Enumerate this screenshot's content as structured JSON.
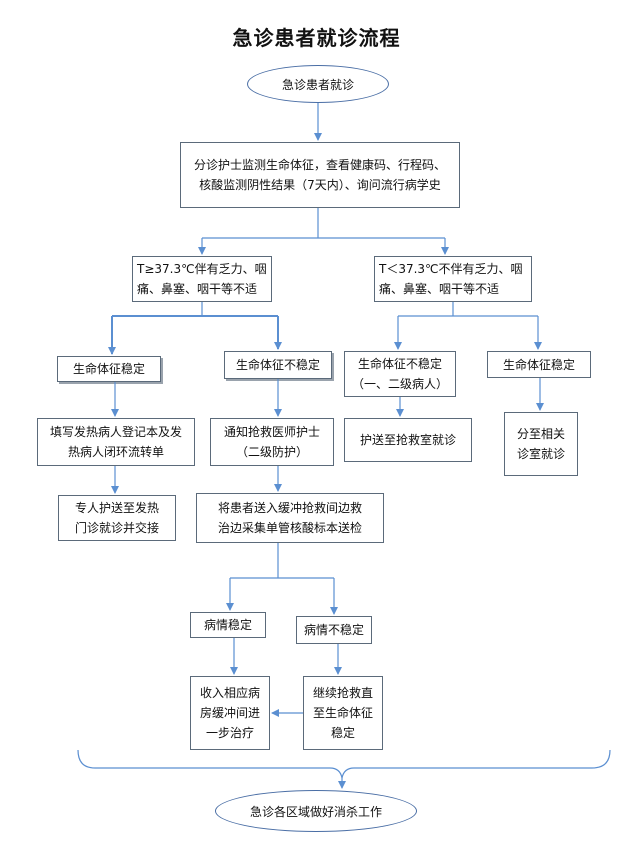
{
  "title": "急诊患者就诊流程",
  "nodes": {
    "start": "急诊患者就诊",
    "triage": "分诊护士监测生命体征，查看健康码、行程码、\n核酸监测阴性结果（7天内）、询问流行病学史",
    "fever": "T≥37.3℃伴有乏力、咽\n痛、鼻塞、咽干等不适",
    "nofever": "T＜37.3℃不伴有乏力、咽\n痛、鼻塞、咽干等不适",
    "f_stable": "生命体征稳定",
    "f_unstable": "生命体征不稳定",
    "n_unstable": "生命体征不稳定\n（一、二级病人）",
    "n_stable": "生命体征稳定",
    "register": "填写发热病人登记本及发\n热病人闭环流转单",
    "notify": "通知抢救医师护士\n（二级防护）",
    "to_rescue": "护送至抢救室就诊",
    "to_dept": "分至相关\n诊室就诊",
    "escort_fever": "专人护送至发热\n门诊就诊并交接",
    "buffer": "将患者送入缓冲抢救间边救\n治边采集单管核酸标本送检",
    "cond_stable": "病情稳定",
    "cond_unstable": "病情不稳定",
    "admit": "收入相应病\n房缓冲间进\n一步治疗",
    "continue": "继续抢救直\n至生命体征\n稳定",
    "end": "急诊各区域做好消杀工作"
  },
  "colors": {
    "arrow": "#5b8fd1",
    "border": "#5b6a7a",
    "ellipse_border": "#4a6ea5"
  }
}
